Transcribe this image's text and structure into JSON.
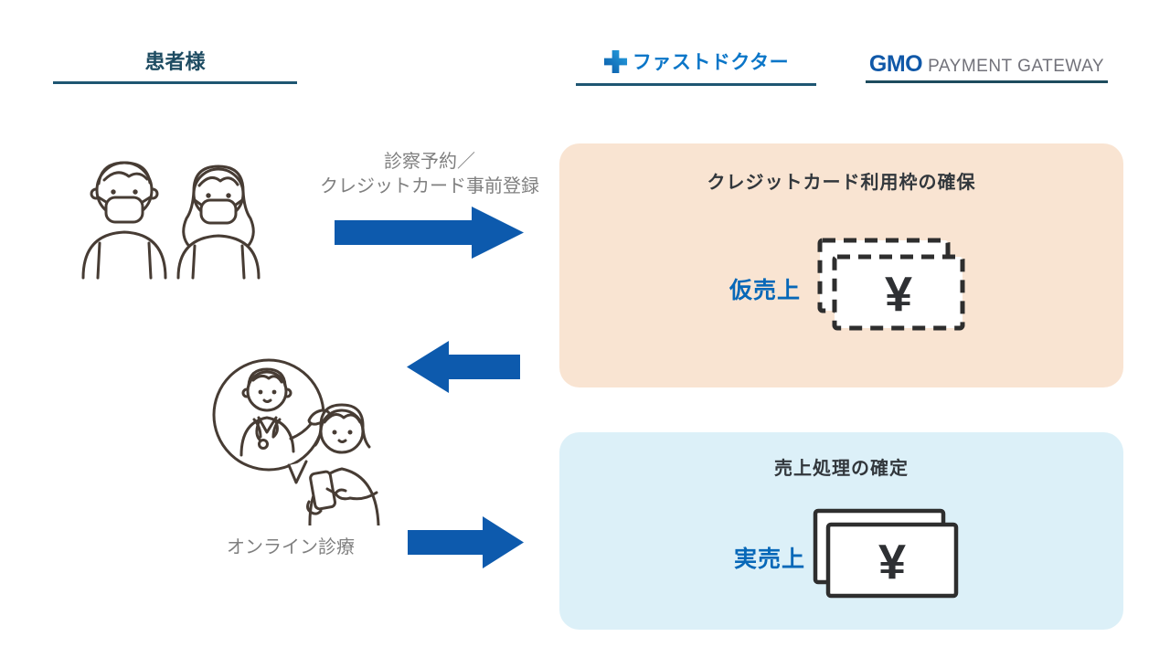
{
  "header": {
    "patient": {
      "label": "患者様"
    },
    "fastdoctor": {
      "label": "ファストドクター",
      "icon": "medical-cross"
    },
    "gmo": {
      "brand": "GMO",
      "suffix": "PAYMENT GATEWAY"
    }
  },
  "flow": {
    "step1_label_line1": "診察予約／",
    "step1_label_line2": "クレジットカード事前登録",
    "step2_label": "オンライン診療",
    "illustrations": {
      "patients": "two-masked-patients-line-art",
      "consultation": "doctor-in-speech-bubble-with-patient-on-smartphone"
    }
  },
  "boxes": {
    "auth": {
      "title": "クレジットカード利用枠の確保",
      "tag": "仮売上",
      "currency": "¥",
      "card_style": "dashed",
      "bg": "#f9e4d2"
    },
    "capture": {
      "title": "売上処理の確定",
      "tag": "実売上",
      "currency": "¥",
      "card_style": "solid",
      "bg": "#dcf0f8"
    }
  },
  "colors": {
    "arrow_blue": "#0d5aad",
    "heading_teal": "#1e4c62",
    "underline_teal": "#1e5672",
    "fastdoctor_blue": "#0b76c8",
    "gmo_blue": "#1058a8",
    "gmo_gray": "#72727a",
    "sale_tag_blue": "#0768b8",
    "label_gray": "#7f7f7f",
    "line_art": "#473c34",
    "card_border": "#2e2e2e"
  }
}
